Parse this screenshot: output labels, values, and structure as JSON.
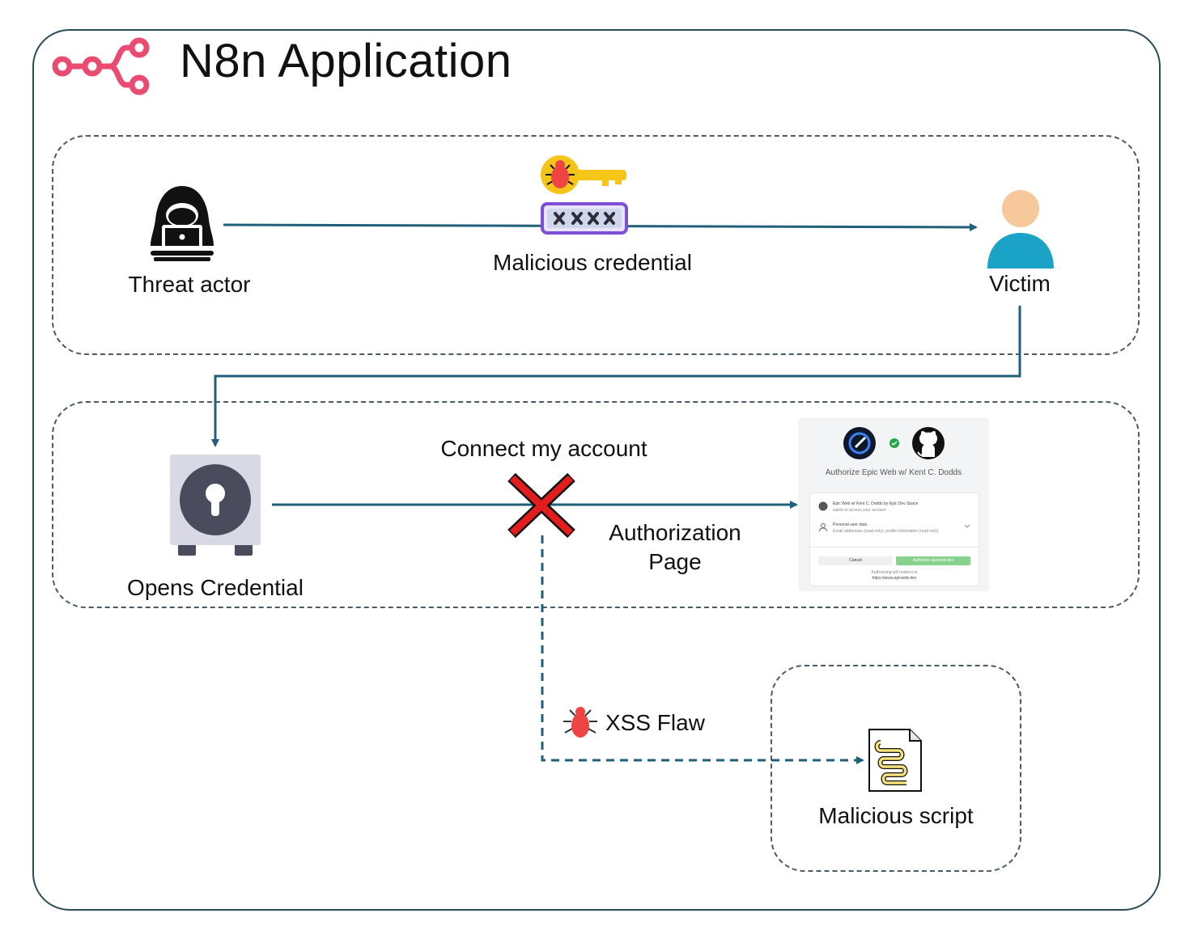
{
  "title": "N8n Application",
  "labels": {
    "threat_actor": "Threat actor",
    "malicious_credential": "Malicious credential",
    "victim": "Victim",
    "opens_credential": "Opens Credential",
    "connect_my_account": "Connect my account",
    "authorization_page_line1": "Authorization",
    "authorization_page_line2": "Page",
    "xss_flaw": "XSS Flaw",
    "malicious_script": "Malicious script"
  },
  "auth_page": {
    "heading": "Authorize Epic Web w/ Kent C. Dodds",
    "app_line": "Epic Web w/ Kent C. Dodds by Epic Dev Space",
    "app_subline": "wants to access your account",
    "permission_title": "Personal user data",
    "permission_desc": "Email addresses (read-only), profile information (read-only)",
    "cancel_label": "Cancel",
    "authorize_label": "Authorize epicweb-dev",
    "redirect_note": "Authorizing will redirect to",
    "redirect_url": "https://www.epicweb.dev"
  },
  "colors": {
    "flow_line": "#1f5f7a",
    "brand_logo": "#ea4b71",
    "cross": "#e11d1d",
    "bug": "#ef4444",
    "key": "#f5c518",
    "password_box": "#7b4fd6",
    "victim_body": "#1aa3c6",
    "victim_head": "#f7c99a",
    "vault": "#d9d9e6",
    "vault_dial": "#4b4b5e",
    "frame_border": "#2b4a5a"
  },
  "icons": {
    "logo": "n8n-logo-icon",
    "threat_actor": "hacker-icon",
    "credential_key": "bug-key-icon",
    "password": "password-field-icon",
    "victim": "user-icon",
    "vault": "safe-vault-icon",
    "blocked": "red-x-icon",
    "bug": "bug-icon",
    "script": "script-scroll-icon",
    "github": "github-icon",
    "epic_web": "epic-web-icon"
  }
}
